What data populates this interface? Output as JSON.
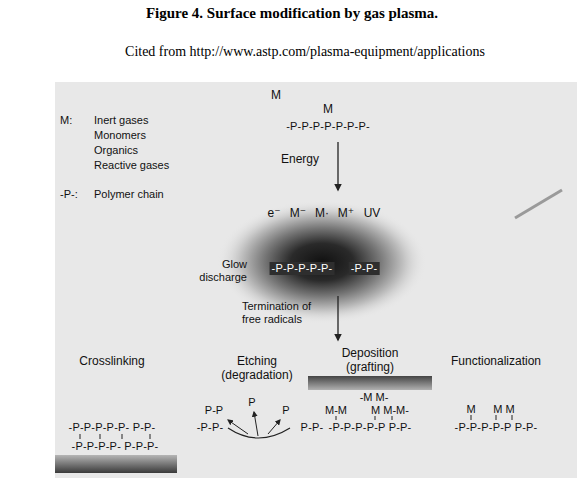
{
  "diagram": {
    "title": "Figure 4. Surface modification by gas plasma.",
    "caption": "Cited from http://www.astp.com/plasma-equipment/applications",
    "labels": [
      "M",
      "M",
      "-P-P-P-P-P-P-P-",
      "M:",
      "Inert gases",
      "Monomers",
      "Organics",
      "Reactive gases",
      "-P-:",
      "Polymer chain",
      "Energy",
      "e⁻",
      "M⁻",
      "M·",
      "M⁺",
      "UV",
      "Glow discharge",
      "-P-P-P-P-P-",
      "-P-P-",
      "Termination of free radicals",
      "Crosslinking",
      "Etching (degradation)",
      "Deposition (grafting)",
      "Functionalization",
      "-P-P-P-P-P- P-P-",
      "-P-P-P-P- P-P-P-",
      "P-P",
      "P",
      "P",
      "-P-P-",
      "P-P-",
      "-M M-",
      "M-M",
      "M M-M-",
      "-P-P-P-P-P P-P-",
      "M",
      "M M",
      "-P-P-P-P-P P-P-"
    ]
  }
}
